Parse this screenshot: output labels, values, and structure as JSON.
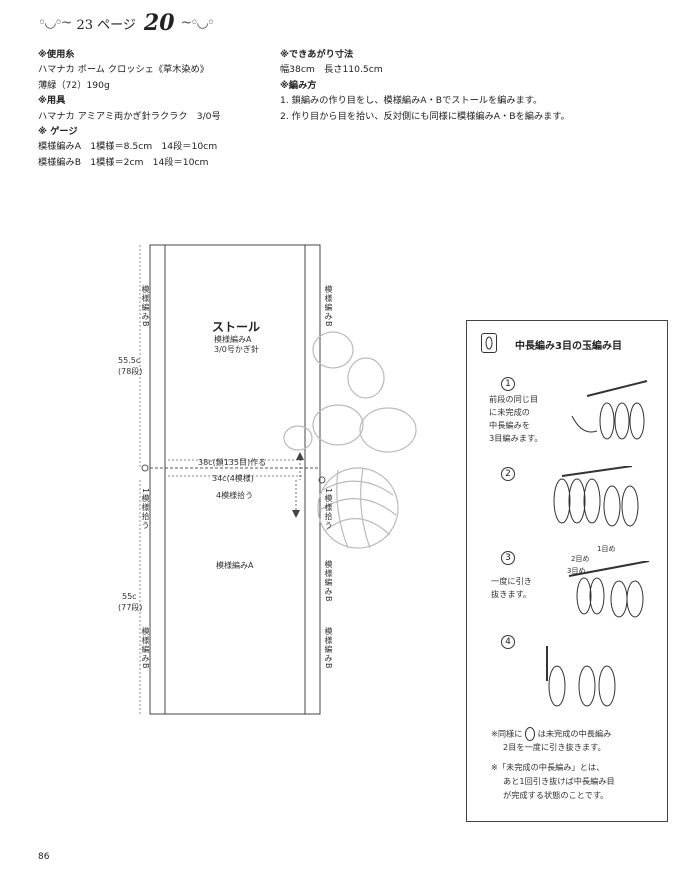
{
  "header": {
    "flourish_left": "◦◡◦~",
    "page_ref": "23 ページ",
    "pattern_number": "20",
    "flourish_right": "~◦◡◦"
  },
  "materials": {
    "yarn_heading": "※使用糸",
    "yarn_line1": "ハマナカ ボーム クロッシェ《草木染め》",
    "yarn_line2": "薄緑（72）190g",
    "tools_heading": "※用具",
    "tools_line": "ハマナカ アミアミ両かぎ針ラクラク　3/0号",
    "gauge_heading": "※ ゲージ",
    "gauge_line1": "模様編みA　1模様＝8.5cm　14段＝10cm",
    "gauge_line2": "模様編みB　1模様＝2cm　14段＝10cm"
  },
  "finished": {
    "size_heading": "※できあがり寸法",
    "size_line": "幅38cm　長さ110.5cm",
    "method_heading": "※編み方",
    "step1": "1. 鎖編みの作り目をし、模様編みA・Bでストールを編みます。",
    "step2": "2. 作り目から目を拾い、反対側にも同様に模様編みA・Bを編みます。"
  },
  "diagram": {
    "title": "ストール",
    "sub1": "模様編みA",
    "sub2": "3/0号かぎ針",
    "top_side_left": "模様編みB",
    "top_side_right": "模様編みB",
    "top_length": "55.5c",
    "top_rows": "(78段)",
    "width_chain": "38c(鎖135目)作る",
    "width_inner": "34c(4模様)",
    "pick_up": "4模様拾う",
    "pick_left": "1模様拾う",
    "pick_right": "1模様拾う",
    "bottom_pattern": "模様編みA",
    "bottom_length": "55c",
    "bottom_rows": "(77段)",
    "bottom_side_left": "模様編みB",
    "bottom_side_right": "模様編みB"
  },
  "stitch_box": {
    "title": "中長編み3目の玉編み目",
    "step1_num": "1",
    "step1_text": [
      "前段の同じ目",
      "に未完成の",
      "中長編みを",
      "3目編みます。"
    ],
    "step2_num": "2",
    "step3_num": "3",
    "step3_text": [
      "一度に引き",
      "抜きます。"
    ],
    "step3_label1": "1目め",
    "step3_label2": "2目め",
    "step3_label3": "3目め",
    "step4_num": "4",
    "note1a": "※同様に",
    "note1b": "は未完成の中長編み",
    "note1c": "2目を一度に引き抜きます。",
    "note2a": "※「未完成の中長編み」とは、",
    "note2b": "あと1回引き抜けば中長編み目",
    "note2c": "が完成する状態のことです。"
  },
  "footer": {
    "page": "86"
  }
}
